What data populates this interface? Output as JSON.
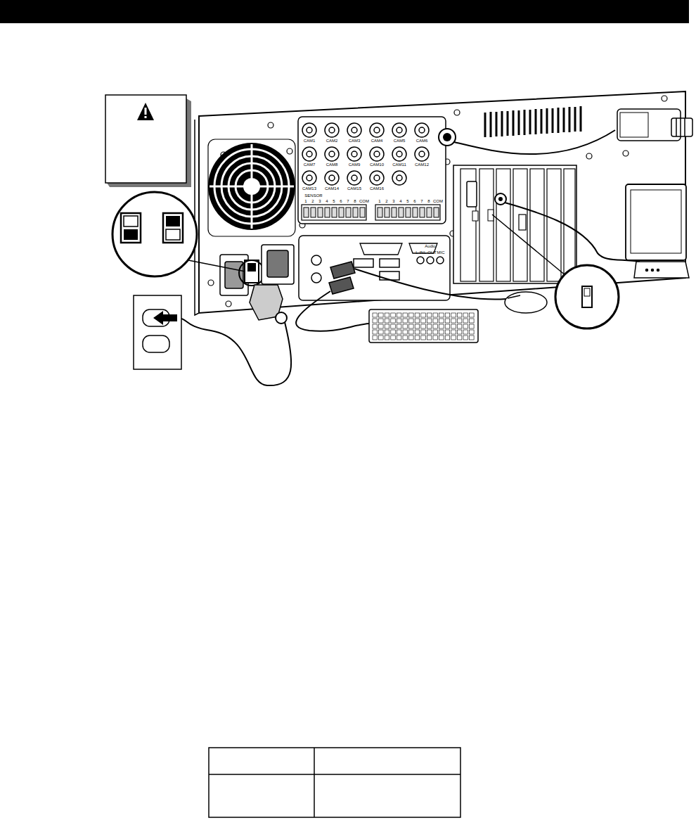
{
  "diagram": {
    "labels": [
      "CAM1",
      "CAM2",
      "CAM3",
      "CAM4",
      "CAM5",
      "CAM6",
      "CAM7",
      "CAM8",
      "CAM9",
      "CAM10",
      "CAM11",
      "CAM12",
      "CAM13",
      "CAM14",
      "CAM15",
      "CAM16",
      "SENSOR",
      "1",
      "2",
      "3",
      "4",
      "5",
      "6",
      "7",
      "8",
      "COM",
      "1",
      "2",
      "3",
      "4",
      "5",
      "6",
      "7",
      "8",
      "COM",
      "Audio",
      "L-IN",
      "L-OUT",
      "MIC"
    ]
  }
}
